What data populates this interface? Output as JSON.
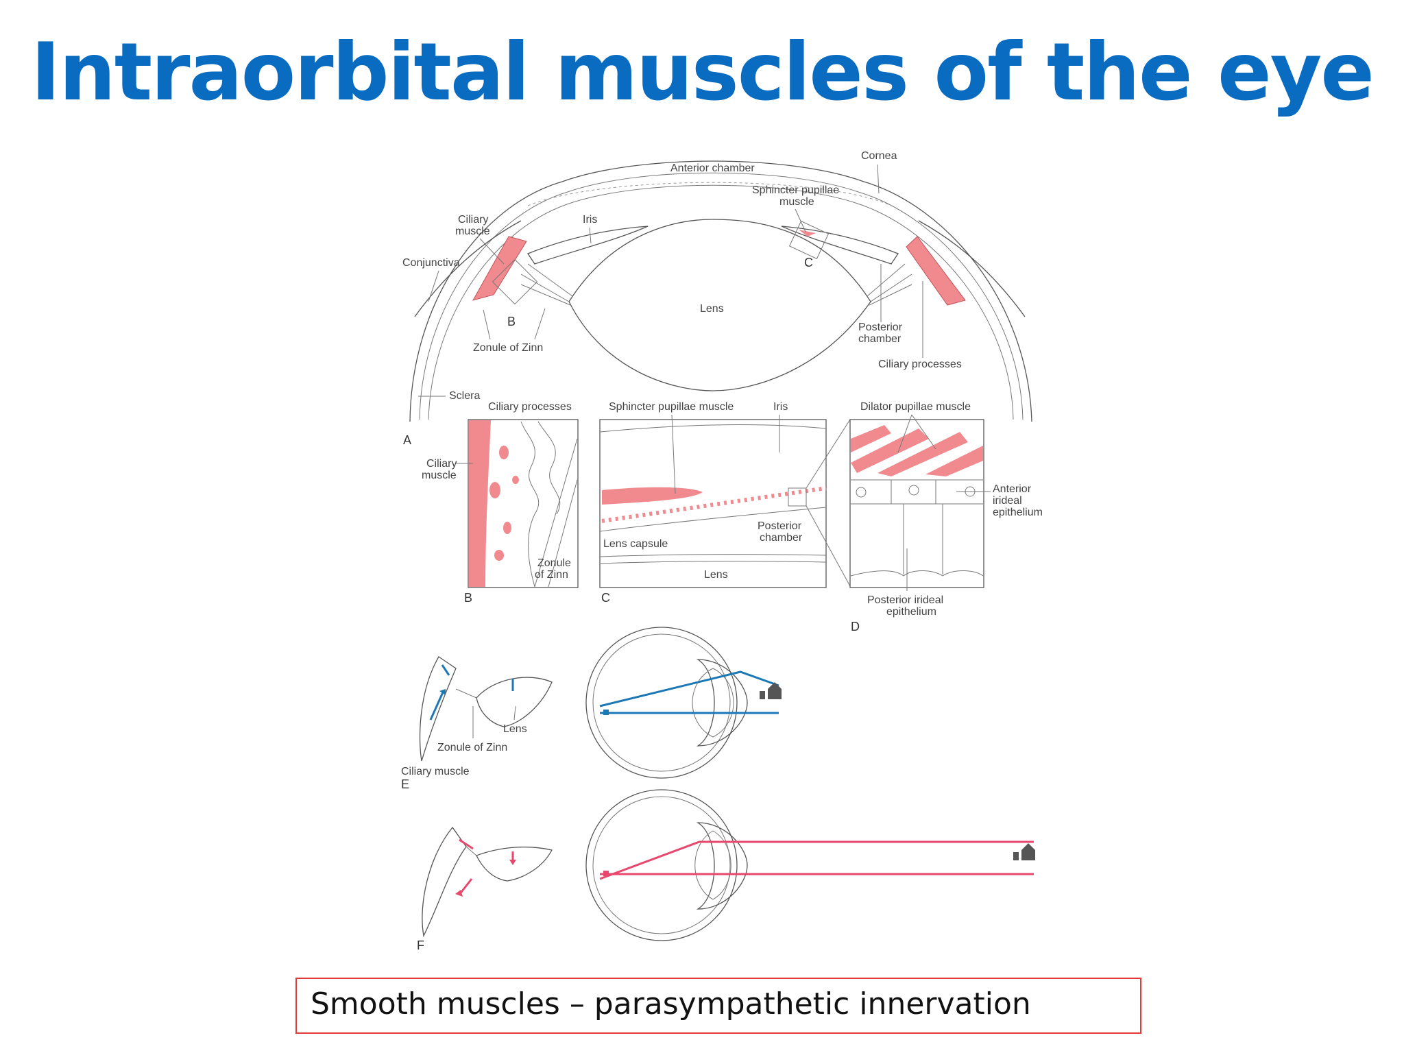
{
  "title": "Intraorbital muscles of the eye",
  "colors": {
    "title": "#0a6cc0",
    "muscle": "#f08a8f",
    "accommodation_near": "#1b78b4",
    "accommodation_far": "#e8476e",
    "box_border": "#e53a3a"
  },
  "diagram": {
    "A": {
      "letter": "A",
      "labels": {
        "anterior_chamber": "Anterior chamber",
        "cornea": "Cornea",
        "sphincter_1": "Sphincter pupillae",
        "sphincter_2": "muscle",
        "ciliary_muscle_1": "Ciliary",
        "ciliary_muscle_2": "muscle",
        "iris": "Iris",
        "conjunctiva": "Conjunctiva",
        "lens": "Lens",
        "posterior_1": "Posterior",
        "posterior_2": "chamber",
        "ciliary_processes": "Ciliary processes",
        "zonule": "Zonule of Zinn",
        "sclera": "Sclera",
        "mark_b": "B",
        "mark_c": "C"
      }
    },
    "B": {
      "letter": "B",
      "labels": {
        "ciliary_processes": "Ciliary processes",
        "ciliary_muscle_1": "Ciliary",
        "ciliary_muscle_2": "muscle",
        "zonule_1": "Zonule",
        "zonule_2": "of Zinn"
      }
    },
    "C": {
      "letter": "C",
      "labels": {
        "sphincter": "Sphincter pupillae muscle",
        "iris": "Iris",
        "lens_capsule": "Lens capsule",
        "posterior_1": "Posterior",
        "posterior_2": "chamber",
        "lens": "Lens"
      }
    },
    "D": {
      "letter": "D",
      "labels": {
        "dilator": "Dilator pupillae muscle",
        "anterior_1": "Anterior",
        "anterior_2": "irideal",
        "anterior_3": "epithelium",
        "posterior_1": "Posterior irideal",
        "posterior_2": "epithelium"
      }
    },
    "E": {
      "letter": "E",
      "labels": {
        "lens": "Lens",
        "zonule": "Zonule of Zinn",
        "ciliary_muscle": "Ciliary muscle"
      }
    },
    "F": {
      "letter": "F"
    }
  },
  "caption": "Smooth muscles – parasympathetic innervation"
}
